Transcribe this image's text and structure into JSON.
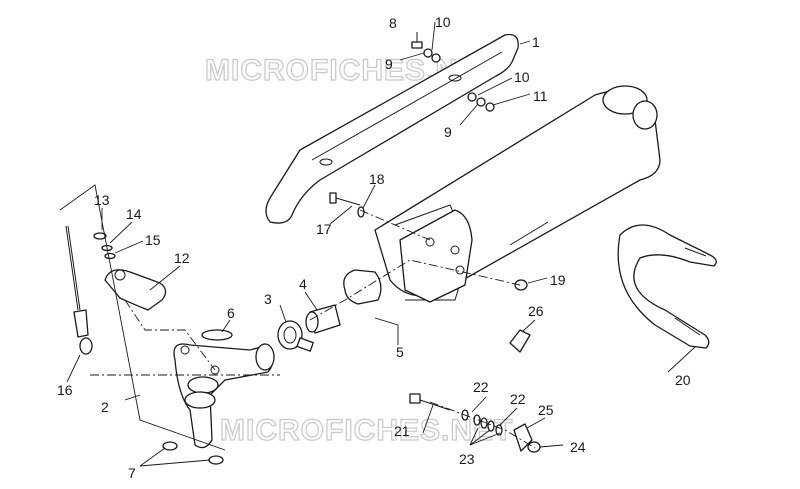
{
  "watermark": "MICROFICHES.NET",
  "callouts": {
    "c1": "1",
    "c2": "2",
    "c3": "3",
    "c4": "4",
    "c5": "5",
    "c6": "6",
    "c7": "7",
    "c8": "8",
    "c9a": "9",
    "c9b": "9",
    "c10a": "10",
    "c10b": "10",
    "c11": "11",
    "c12": "12",
    "c13": "13",
    "c14": "14",
    "c15": "15",
    "c16": "16",
    "c17": "17",
    "c18": "18",
    "c19": "19",
    "c20": "20",
    "c21": "21",
    "c22a": "22",
    "c22b": "22",
    "c23": "23",
    "c24": "24",
    "c25": "25",
    "c26": "26"
  }
}
